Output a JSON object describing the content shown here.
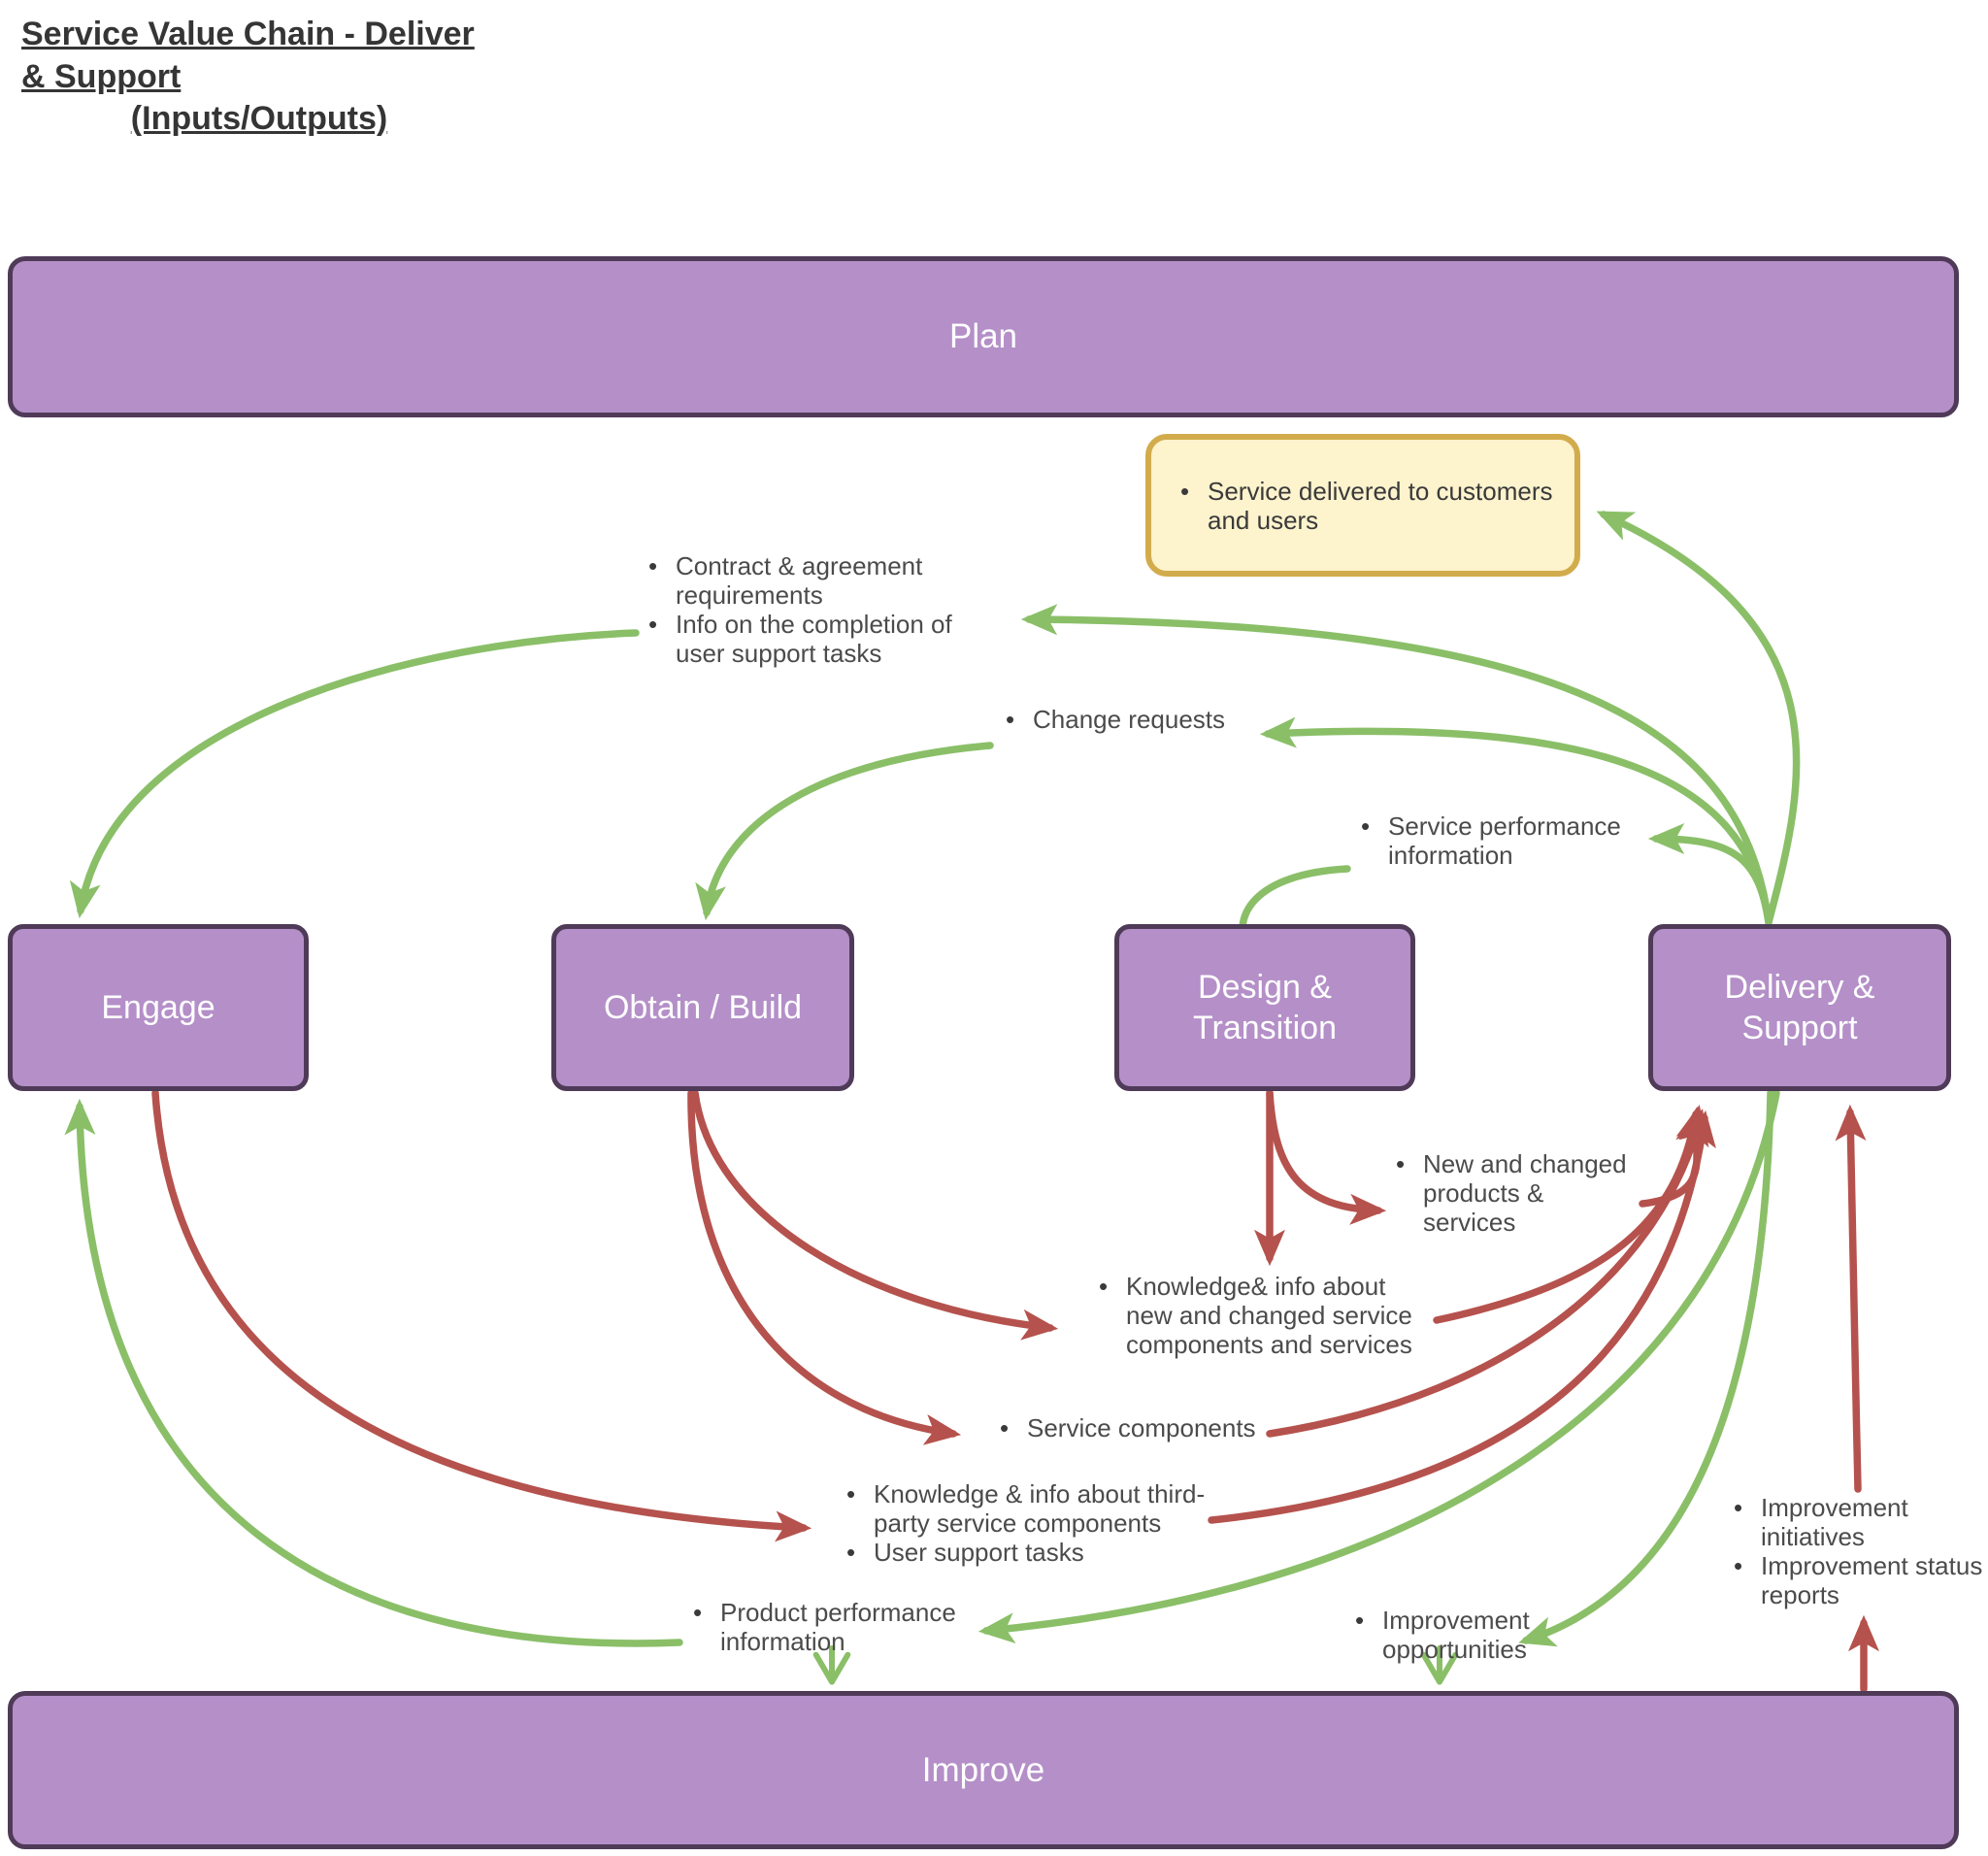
{
  "title": {
    "line1": "Service Value Chain - Deliver & Support",
    "line2": "(Inputs/Outputs)"
  },
  "bars": {
    "plan": "Plan",
    "improve": "Improve"
  },
  "boxes": [
    {
      "id": "engage",
      "label": "Engage"
    },
    {
      "id": "obtain-build",
      "label": "Obtain / Build"
    },
    {
      "id": "design-transition",
      "label": "Design & Transition"
    },
    {
      "id": "delivery-support",
      "label": "Delivery & Support"
    }
  ],
  "notes": {
    "delivered": {
      "bullets": [
        "Service delivered to customers and users"
      ]
    },
    "contract": {
      "bullets": [
        "Contract & agreement requirements",
        "Info on the completion of user support tasks"
      ]
    },
    "change": {
      "bullets": [
        "Change requests"
      ]
    },
    "service_perf": {
      "bullets": [
        "Service performance information"
      ]
    },
    "new_products": {
      "bullets": [
        "New and changed products & services"
      ]
    },
    "knowledge_new": {
      "bullets": [
        "Knowledge& info about new and changed service components and services"
      ]
    },
    "service_components": {
      "bullets": [
        "Service components"
      ]
    },
    "third_party": {
      "bullets": [
        "Knowledge & info about third-party service components",
        "User support tasks"
      ]
    },
    "product_perf": {
      "bullets": [
        "Product performance information"
      ]
    },
    "imp_opps": {
      "bullets": [
        "Improvement opportunities"
      ]
    },
    "imp_init": {
      "bullets": [
        "Improvement initiatives",
        "Improvement status reports"
      ]
    }
  },
  "colors": {
    "purple-fill": "#b48fc8",
    "purple-stroke": "#4f3a58",
    "yellow-fill": "#fdf3cd",
    "yellow-stroke": "#d2ac4c",
    "green": "#8abf68",
    "red": "#b5524d",
    "text": "#4b4b4b",
    "title": "#353535",
    "white": "#ffffff",
    "bg": "#ffffff"
  },
  "legend_semantics": {
    "green_arrows": "inputs",
    "red_arrows": "outputs"
  }
}
